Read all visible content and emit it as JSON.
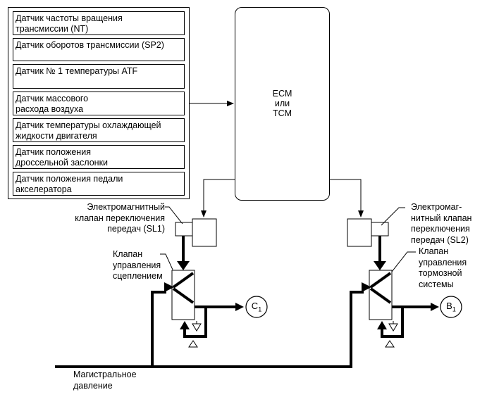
{
  "sensors": [
    "Датчик частоты вращения\nтрансмиссии (NT)",
    "Датчик оборотов трансмиссии (SP2)",
    "Датчик № 1 температуры ATF",
    "Датчик массового\nрасхода воздуха",
    "Датчик температуры охлаждающей\nжидкости двигателя",
    "Датчик положения\nдроссельной заслонки",
    "Датчик положения педали\nакселератора"
  ],
  "controller": {
    "label": "ECM\nили\nTCM"
  },
  "left_branch": {
    "solenoid_label": "Электромагнитный\nклапан переключения\nпередач (SL1)",
    "valve_label": "Клапан\nуправления\nсцеплением",
    "output_main": "C",
    "output_sub": "1"
  },
  "right_branch": {
    "solenoid_label": "Электромаг-\nнитный клапан\nпереключения\nпередач (SL2)",
    "valve_label": "Клапан\nуправления\nтормозной\nсистемы",
    "output_main": "B",
    "output_sub": "1"
  },
  "line_pressure_label": "Магистральное\nдавление"
}
